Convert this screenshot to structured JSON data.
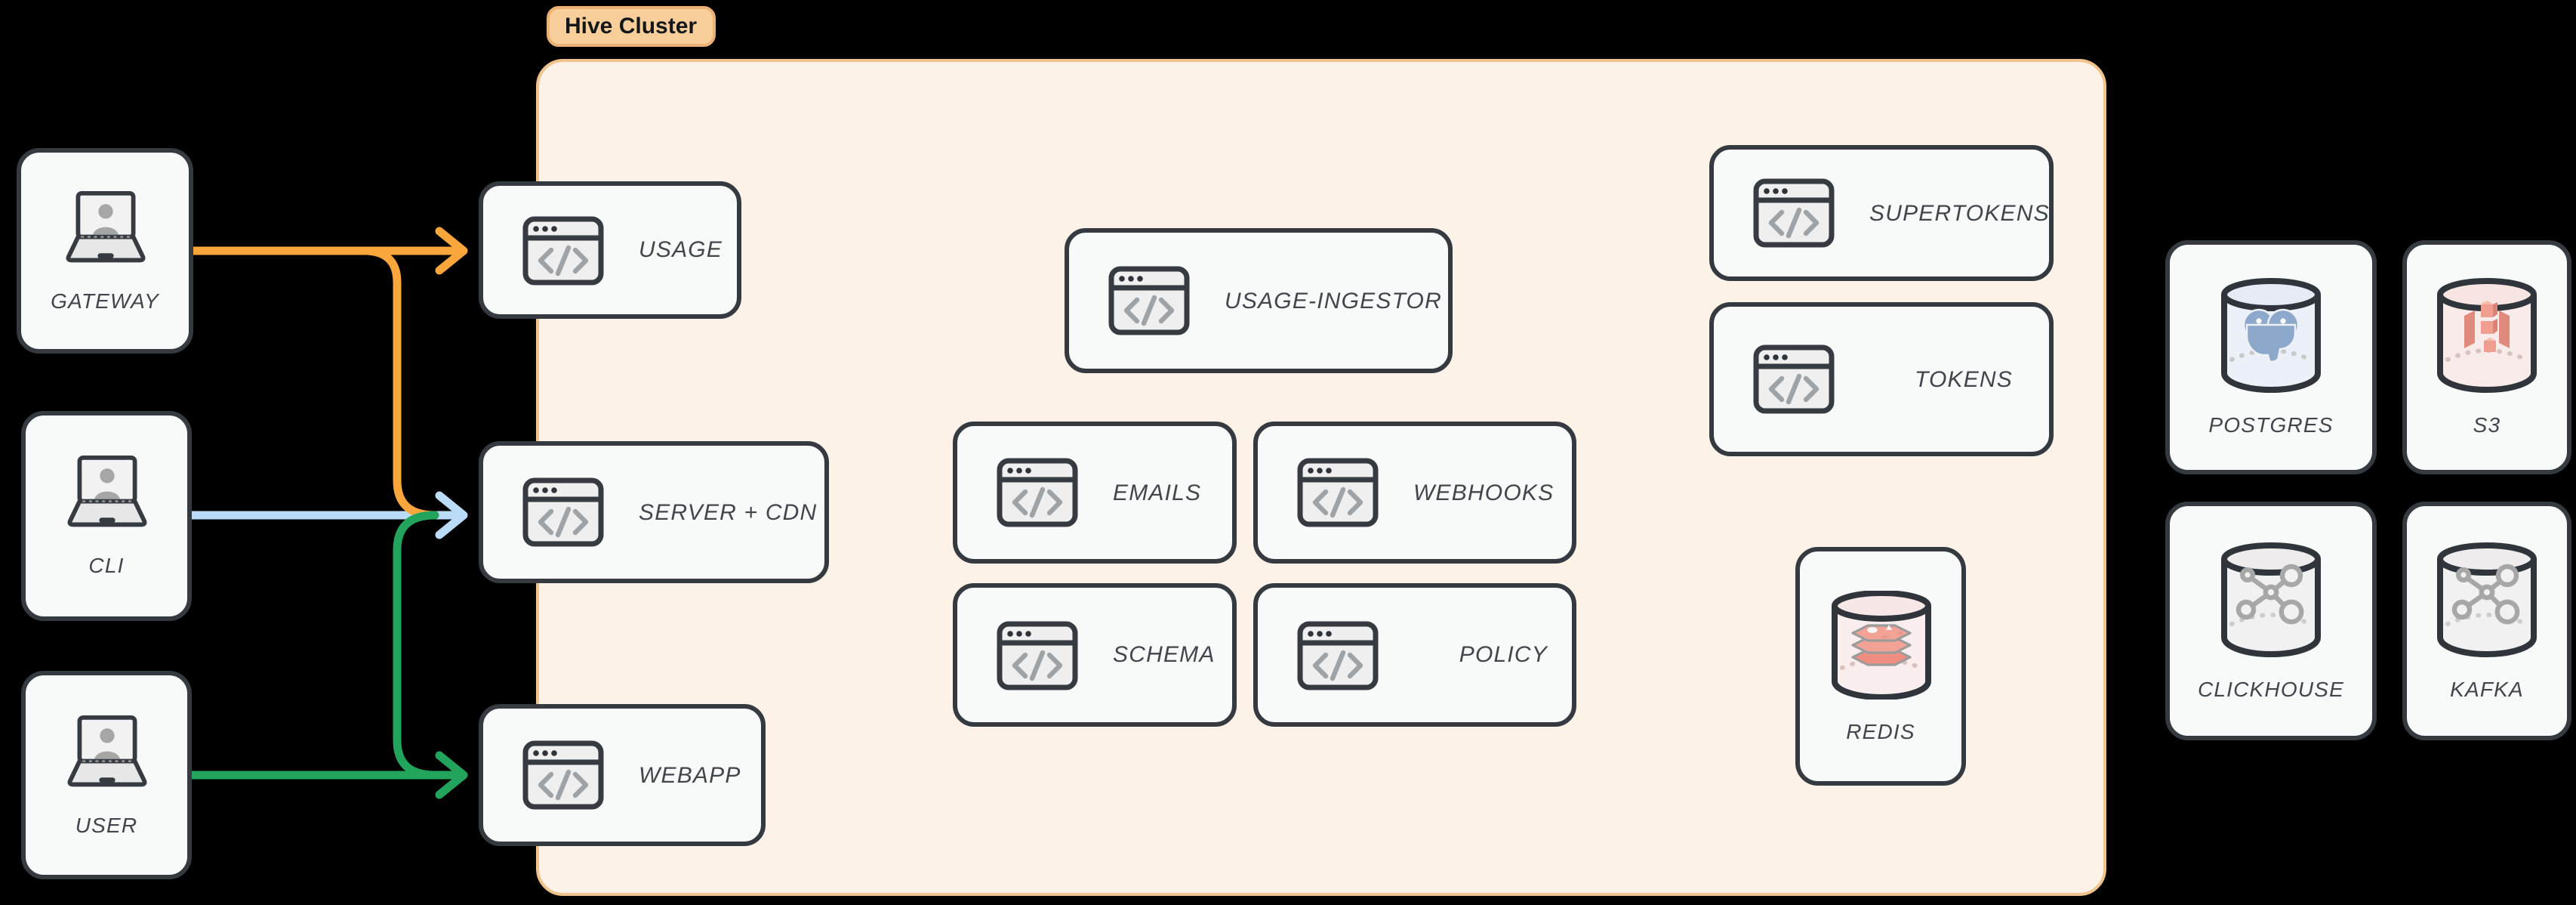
{
  "diagram": {
    "cluster_label": "Hive Cluster"
  },
  "colors": {
    "background": "#000000",
    "cluster_fill": "#FCF2E8",
    "cluster_border": "#F0C28C",
    "cluster_label_fill": "#F8CE9A",
    "node_fill": "#F8F9F9",
    "node_border": "#343A40",
    "label_text": "#41464D",
    "arrow_orange": "#F9A63C",
    "arrow_blue": "#BBDCF8",
    "arrow_green": "#22A45D"
  },
  "nodes": {
    "gateway": {
      "label": "GATEWAY",
      "icon": "laptop-user-icon"
    },
    "cli": {
      "label": "CLI",
      "icon": "laptop-user-icon"
    },
    "user": {
      "label": "USER",
      "icon": "laptop-user-icon"
    },
    "usage": {
      "label": "USAGE",
      "icon": "code-window-icon"
    },
    "server_cdn": {
      "label": "SERVER + CDN",
      "icon": "code-window-icon"
    },
    "webapp": {
      "label": "WEBAPP",
      "icon": "code-window-icon"
    },
    "usage_ingestor": {
      "label": "USAGE-INGESTOR",
      "icon": "code-window-icon"
    },
    "emails": {
      "label": "EMAILS",
      "icon": "code-window-icon"
    },
    "webhooks": {
      "label": "WEBHOOKS",
      "icon": "code-window-icon"
    },
    "schema": {
      "label": "SCHEMA",
      "icon": "code-window-icon"
    },
    "policy": {
      "label": "POLICY",
      "icon": "code-window-icon"
    },
    "supertokens": {
      "label": "SUPERTOKENS",
      "icon": "code-window-icon"
    },
    "tokens": {
      "label": "TOKENS",
      "icon": "code-window-icon"
    },
    "redis": {
      "label": "REDIS",
      "icon": "redis-database-icon"
    },
    "postgres": {
      "label": "POSTGRES",
      "icon": "postgres-database-icon"
    },
    "s3": {
      "label": "S3",
      "icon": "s3-database-icon"
    },
    "clickhouse": {
      "label": "CLICKHOUSE",
      "icon": "clickhouse-database-icon"
    },
    "kafka": {
      "label": "KAFKA",
      "icon": "kafka-database-icon"
    }
  },
  "edges": [
    {
      "from": "GATEWAY",
      "to": "USAGE",
      "color": "#F9A63C"
    },
    {
      "from": "GATEWAY",
      "to": "SERVER + CDN",
      "color": "#F9A63C"
    },
    {
      "from": "CLI",
      "to": "SERVER + CDN",
      "color": "#BBDCF8"
    },
    {
      "from": "USER",
      "to": "SERVER + CDN",
      "color": "#22A45D"
    },
    {
      "from": "USER",
      "to": "WEBAPP",
      "color": "#22A45D"
    }
  ]
}
